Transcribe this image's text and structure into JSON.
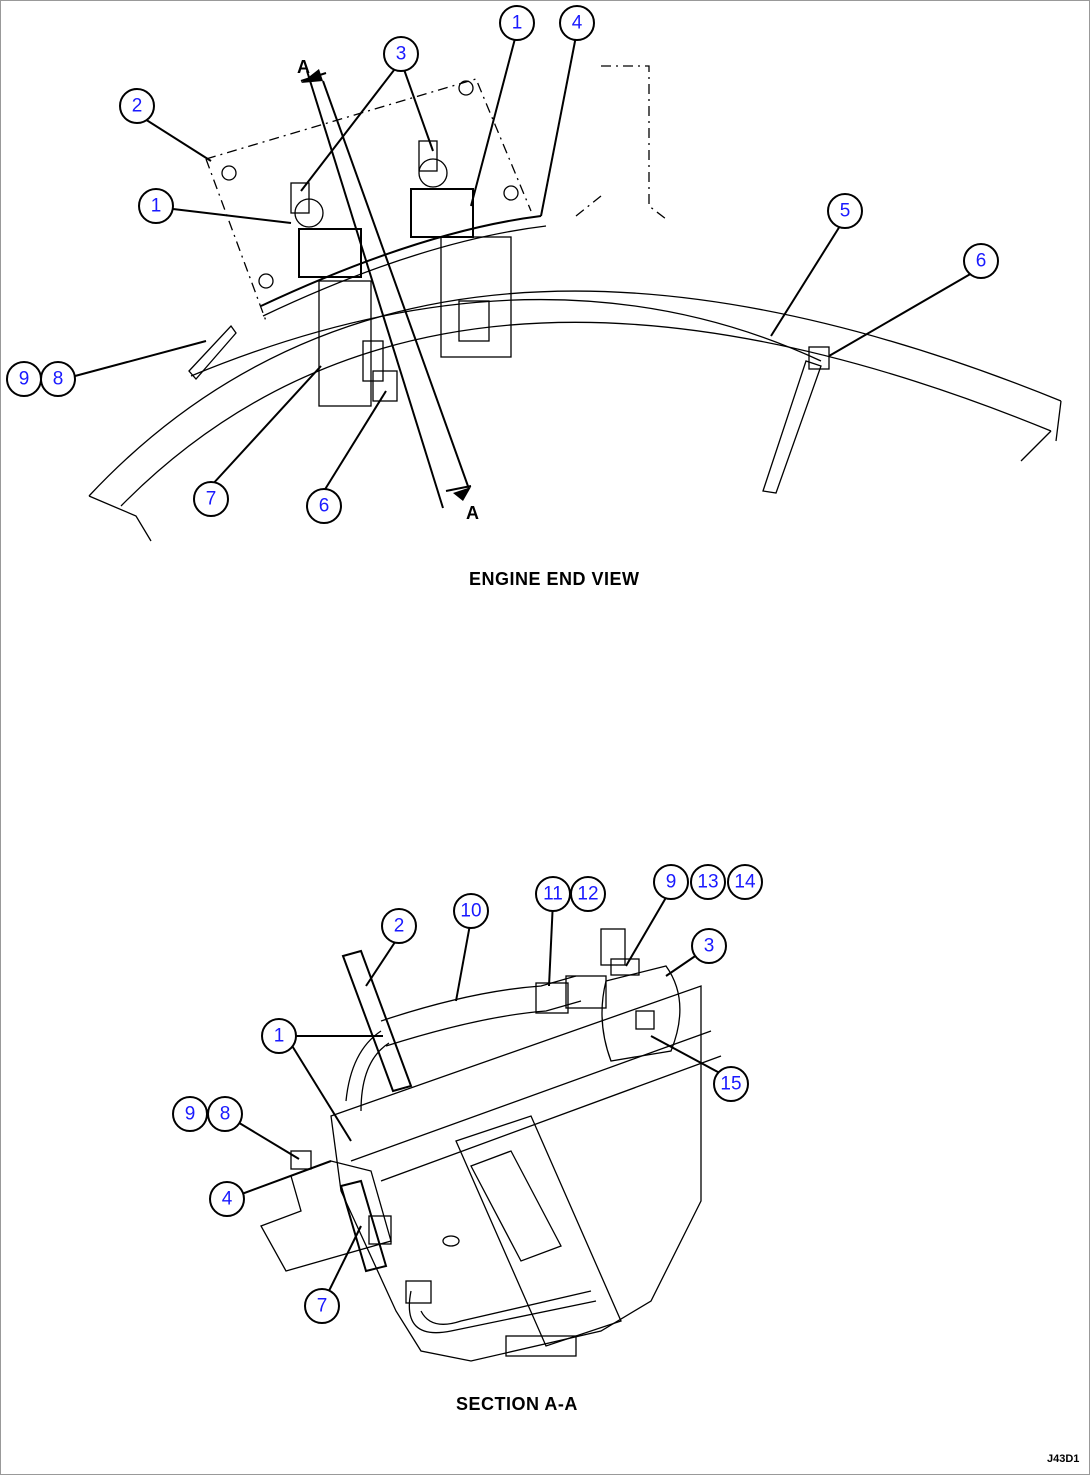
{
  "views": {
    "top_caption": "ENGINE END VIEW",
    "bottom_caption": "SECTION  A-A",
    "section_marker": "A"
  },
  "callouts_top": [
    "1",
    "1",
    "2",
    "3",
    "4",
    "5",
    "6",
    "6",
    "7",
    "8",
    "9"
  ],
  "callouts_bottom": [
    "1",
    "2",
    "3",
    "4",
    "7",
    "8",
    "9",
    "9",
    "10",
    "11",
    "12",
    "13",
    "14",
    "15"
  ],
  "drawing_code": "J43D1"
}
